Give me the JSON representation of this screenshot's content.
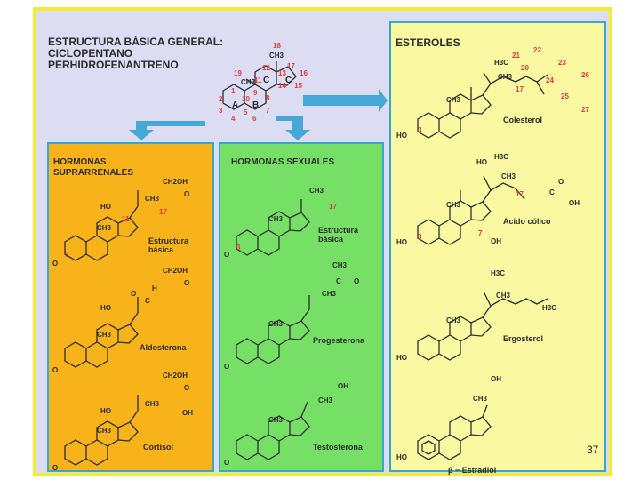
{
  "general": {
    "title": [
      "ESTRUCTURA BÁSICA GENERAL:",
      "CICLOPENTANO",
      "PERHIDROFENANTRENO"
    ],
    "rings": [
      "A",
      "B",
      "C",
      "C"
    ],
    "methyl": [
      "CH3",
      "CH3"
    ],
    "numbers": [
      "1",
      "2",
      "3",
      "4",
      "5",
      "6",
      "7",
      "8",
      "9",
      "10",
      "11",
      "12",
      "13",
      "14",
      "15",
      "16",
      "17",
      "18",
      "19"
    ]
  },
  "esteroles": {
    "title": "ESTEROLES",
    "compounds": [
      {
        "name": "Colesterol",
        "groups": [
          "HO",
          "CH3",
          "CH3",
          "H3C"
        ],
        "numbers": [
          "21",
          "22",
          "23",
          "24",
          "25",
          "26",
          "27",
          "20",
          "17",
          "3"
        ]
      },
      {
        "name": "Acido cólico",
        "groups": [
          "HO",
          "OH",
          "CH3",
          "CH3",
          "H3C",
          "HO",
          "C",
          "OH",
          "O"
        ],
        "numbers": [
          "17",
          "3",
          "7"
        ]
      },
      {
        "name": "Ergosterol",
        "groups": [
          "HO",
          "CH3",
          "CH3",
          "H3C",
          "H3C"
        ]
      },
      {
        "name": "β − Estradiol",
        "groups": [
          "HO",
          "OH",
          "CH3"
        ]
      }
    ]
  },
  "suprarrenales": {
    "title": [
      "HORMONAS",
      "SUPRARRENALES"
    ],
    "compounds": [
      {
        "name": [
          "Estructura",
          "básica"
        ],
        "groups": [
          "CH2OH",
          "O",
          "HO",
          "CH3",
          "CH3",
          "O"
        ],
        "numbers": [
          "17",
          "11",
          "3"
        ]
      },
      {
        "name": "Aldosterona",
        "groups": [
          "CH2OH",
          "O",
          "H",
          "C",
          "O",
          "HO",
          "CH3",
          "O"
        ]
      },
      {
        "name": "Cortisol",
        "groups": [
          "CH2OH",
          "O",
          "HO",
          "OH",
          "CH3",
          "CH3",
          "O"
        ]
      }
    ]
  },
  "sexuales": {
    "title": "HORMONAS SEXUALES",
    "compounds": [
      {
        "name": [
          "Estructura",
          "básica"
        ],
        "groups": [
          "CH3",
          "CH3",
          "O"
        ],
        "numbers": [
          "17",
          "3"
        ]
      },
      {
        "name": "Progesterona",
        "groups": [
          "CH3",
          "C",
          "O",
          "CH3",
          "CH3",
          "O"
        ]
      },
      {
        "name": "Testosterona",
        "groups": [
          "OH",
          "CH3",
          "CH3",
          "O"
        ]
      }
    ]
  },
  "page_number": "37"
}
